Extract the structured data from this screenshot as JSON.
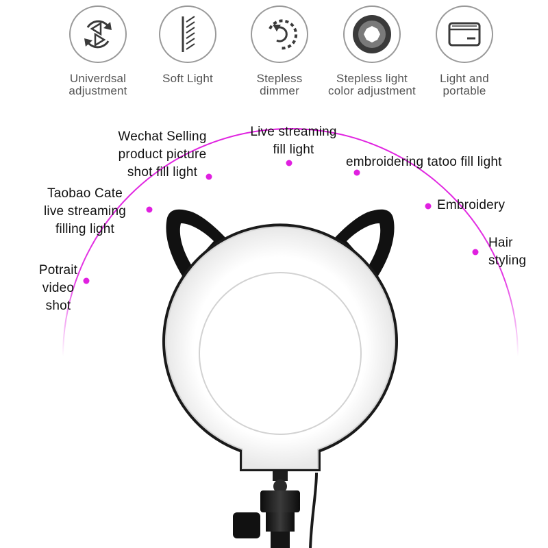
{
  "features": [
    {
      "icon": "rotate-arrows-icon",
      "label": "Univerdsal\nadjustment"
    },
    {
      "icon": "soft-light-icon",
      "label": "Soft Light"
    },
    {
      "icon": "dimmer-icon",
      "label": "Stepless\ndimmer"
    },
    {
      "icon": "aperture-icon",
      "label": "Stepless light\ncolor adjustment"
    },
    {
      "icon": "wallet-icon",
      "label": "Light and\nportable"
    }
  ],
  "scenarios": [
    {
      "label": "Potrait\nvideo\nshot"
    },
    {
      "label": "Taobao Cate\nlive streaming\nfilling light"
    },
    {
      "label": "Wechat Selling\nproduct picture\nshot fill light"
    },
    {
      "label": "Live streaming\nfill light"
    },
    {
      "label": "embroidering tatoo fill light"
    },
    {
      "label": "Embroidery"
    },
    {
      "label": "Hair\nstyling"
    }
  ],
  "colors": {
    "arc": "#e020e0",
    "icon_stroke": "#3a3a3a",
    "icon_border": "#9a9a9a",
    "text_dark": "#111111",
    "text_gray": "#555555",
    "ear": "#111111"
  }
}
